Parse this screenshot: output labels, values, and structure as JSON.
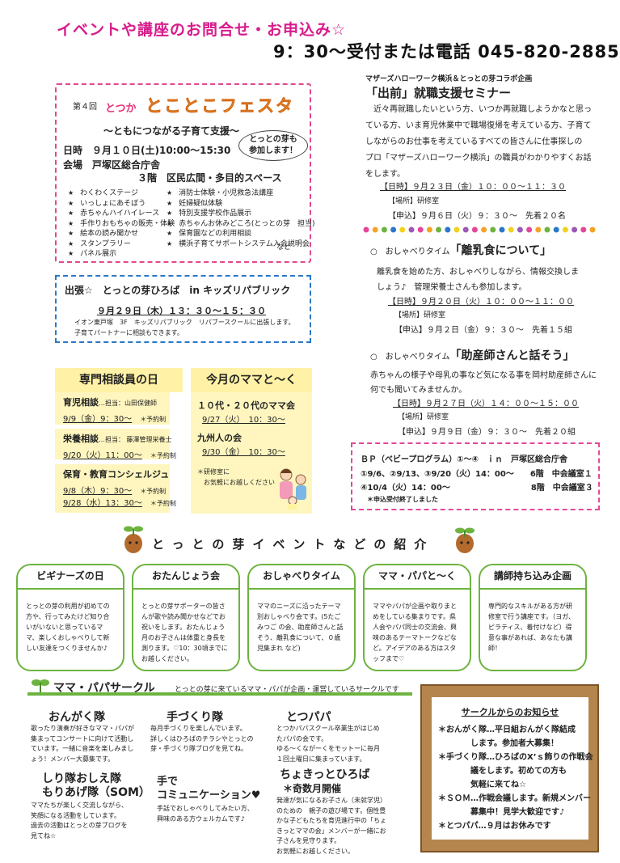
{
  "header": {
    "title": "イベントや講座のお問合せ・お申込み☆",
    "phone": "9：30〜受付または電話 045-820-2885"
  },
  "festa": {
    "issue": "第４回",
    "area": "とつか",
    "name": "とことこフェスタ",
    "subtitle": "〜ともにつながる子育て支援〜",
    "bubble_line1": "とっとの芽も",
    "bubble_line2": "参加します！",
    "date": "日時　９月１０日(土)10:00〜15:30",
    "venue": "会場　戸塚区総合庁舎",
    "venue2": "３階　区民広間・多目的スペース",
    "list_left": [
      "わくわくステージ",
      "いっしょにあそぼう",
      "赤ちゃんハイハイレース",
      "手作りおもちゃの販売・体験",
      "絵本の読み聞かせ",
      "スタンプラリー",
      "パネル展示"
    ],
    "list_right": [
      "消防士体験・小児救急法講座",
      "妊婦疑似体験",
      "特別支援学校作品展示",
      "赤ちゃんお休みどころ(とっとの芽　担当)",
      "保育園などの利用相談",
      "横浜子育てサポートシステム入会説明会"
    ],
    "list_right_tail": "など"
  },
  "kids": {
    "title": "出張☆　とっとの芽ひろば　in キッズリパブリック",
    "date": "９月２９日（木）１３：３０〜１５：３０",
    "line1": "イオン東戸塚　3F　キッズリパブリック　リパブースクールに出張します。",
    "line2": "子育てパートナーに相談もできます。"
  },
  "expert": {
    "title": "専門相談員の日",
    "cards": [
      {
        "name": "育児相談",
        "who": "…担当：山田保健師",
        "slots": [
          {
            "date": "9/9（金）9：30〜",
            "note": "＊予約制"
          }
        ]
      },
      {
        "name": "栄養相談",
        "who": "…担当：  藤澤管理栄養士",
        "slots": [
          {
            "date": "9/20（火）11：00〜",
            "note": "＊予約制"
          }
        ]
      },
      {
        "name": "保育・教育コンシェルジュ",
        "who": "",
        "slots": [
          {
            "date": "9/8（木）9：30〜",
            "note": "＊予約制"
          },
          {
            "date": "9/28（水）13：30〜",
            "note": "＊予約制"
          }
        ]
      }
    ]
  },
  "mama": {
    "title": "今月のママと〜く",
    "e1_name": "１０代・２０代のママ会",
    "e1_date": "9/27（火）　10：30〜",
    "e2_name": "九州人の会",
    "e2_date": "9/30（金）　10：30〜",
    "note1": "＊研修室に",
    "note2": "　お気軽にお越しください"
  },
  "seminar": {
    "tag": "マザーズハローワーク横浜＆とっとの芽コラボ企画",
    "title": "「出前」就職支援セミナー",
    "body": [
      "　近々再就職したいという方、いつか再就職しようかなと思っ",
      "ている方、いま育児休業中で職場復帰を考えている方、子育て",
      "しながらのお仕事を考えているすべての皆さんに仕事探しの",
      "プロ「マザーズハローワーク横浜」の職員がわかりやすくお話",
      "をします。"
    ],
    "date": "【日時】９月２３日（金）１０：００〜１１：３０",
    "place": "【場所】研修室",
    "apply": "【申込】９月６日（火）９：３０〜　先着２０名"
  },
  "talk1": {
    "label": "○　おしゃべりタイム",
    "title": "「離乳食について」",
    "body1": "離乳食を始めた方、おしゃべりしながら、情報交換しま",
    "body2": "しょう♪　管理栄養士さんも参加します。",
    "date": "【日時】９月２０日（火）１０：００〜１１：００",
    "place": "【場所】研修室",
    "apply": "【申込】９月２日（金）９：３０〜　先着１５組"
  },
  "talk2": {
    "label": "○　おしゃべりタイム",
    "title": "「助産師さんと話そう」",
    "body1": "赤ちゃんの様子や母乳の事など気になる事を岡村助産師さんに",
    "body2": "何でも聞いてみませんか。",
    "date": "【日時】９月２７日（火）１４：００〜１５：００",
    "place": "【場所】研修室",
    "apply": "【申込】９月９日（金）９：３０〜　先着２０組"
  },
  "bp": {
    "title": "ＢＰ（ベビープログラム）①〜④　ｉｎ　戸塚区総合庁舎",
    "line1": "①9/6、②9/13、③9/20（火）14：00〜　　6階　中会議室１",
    "line2": "④10/4（火）14：00〜　　　　　　　　　　8階　中会議室３",
    "note": "＊申込受付終了しました"
  },
  "intro": {
    "title": "とっとの芽イベントなどの紹介",
    "cards": [
      {
        "title": "ビギナーズの日",
        "body": "とっとの芽の利用が初めての方や、行ってみたけど知り合いがいないと思っているママ、楽しくおしゃべりして新しい友達をつくりませんか♪"
      },
      {
        "title": "おたんじょう会",
        "body": "とっとの芽サポーターの皆さんが歌や読み聞かせなどでお祝いをします。おたんじょう月のお子さんは体重と身長を測ります。♡10：30頃までにお越しください。"
      },
      {
        "title": "おしゃべりタイム",
        "body": "ママのニーズに沿ったテーマ別おしゃべり会です。(5たごみつご の会、助産師さんと話そう、離乳食について、０歳児集まれ など)"
      },
      {
        "title": "ママ・パパと〜く",
        "body": "ママやパパが企画や取りまとめをしている集まりです。県人会やパパ同士の交流会、興味のあるテーマトークなどなど。アイデアのある方はスタッフまで♡"
      },
      {
        "title": "講師持ち込み企画",
        "body": "専門的なスキルがある方が研修室で行う講座です。（ヨガ、ピラティス、着付けなど）得意な事があれば、あなたも講師！"
      }
    ]
  },
  "circle": {
    "title": "ママ・パパサークル",
    "subtitle": "とっとの芽に来ているママ・パパが企画・運営しているサークルです",
    "items": [
      {
        "name": "おんがく隊",
        "desc": [
          "歌ったり演奏が好きなママ・パパが",
          "集まってコンサートに向けて活動し",
          "ています。一緒に音楽を楽しみまし",
          "ょう！メンバー大募集です。"
        ]
      },
      {
        "name": "手づくり隊",
        "desc": [
          "毎月手づくりを楽しんでいます。",
          "詳しくはひろばのチラシやとっとの",
          "芽・手づくり隊ブログを見てね。"
        ]
      },
      {
        "name": "とつパパ",
        "desc": [
          "とつかパパスクール卒業生がはじめ",
          "たパパの会です。",
          "ゆる〜くながーくをモットーに毎月",
          "１回土曜日に集まっています。"
        ]
      },
      {
        "name": "しり隊おしえ隊",
        "name2": "もりあげ隊（SOM）",
        "desc": [
          "ママたちが楽しく交流しながら、",
          "笑顔になる活動をしています。",
          "過去の活動はとっとの芽ブログを",
          "見てね☆"
        ]
      },
      {
        "name": "手で",
        "name2": "コミュニケーション♥",
        "desc": [
          "手話でおしゃべりしてみたい方、",
          "興味のある方ウェルカムです♪"
        ]
      },
      {
        "name": "ちょきっとひろば",
        "name2": "＊奇数月開催",
        "desc": [
          "発達が気になるお子さん（未就学児）",
          "のための　親子の遊び場です。個性豊",
          "かな子どもたちを育児進行中の「ちょ",
          "きっとママの会」メンバーが一緒にお",
          "子さんを見守ります。",
          "お気軽にお越しください。"
        ]
      }
    ]
  },
  "board": {
    "title": "サークルからのお知らせ",
    "items": [
      "＊おんがく隊…平日組おんがく隊結成",
      "　　　　します。参加者大募集！",
      "＊手づくり隊…ひろばのX’ｓ飾りの作戦会",
      "　　　　議をします。初めての方も",
      "　　　　気軽に来てね☆",
      "＊ＳＯＭ…作戦会議します。新規メンバー",
      "　　　　募集中！見学大歓迎です♪",
      "＊とつパパ…９月はお休みです"
    ]
  },
  "colors": {
    "accent_pink": "#d81b8c",
    "festa_orange": "#f4a324",
    "kids_blue": "#2a78c7",
    "card_green": "#6db33f",
    "yellow": "#fff2a6",
    "board_cork": "#b4864d"
  }
}
